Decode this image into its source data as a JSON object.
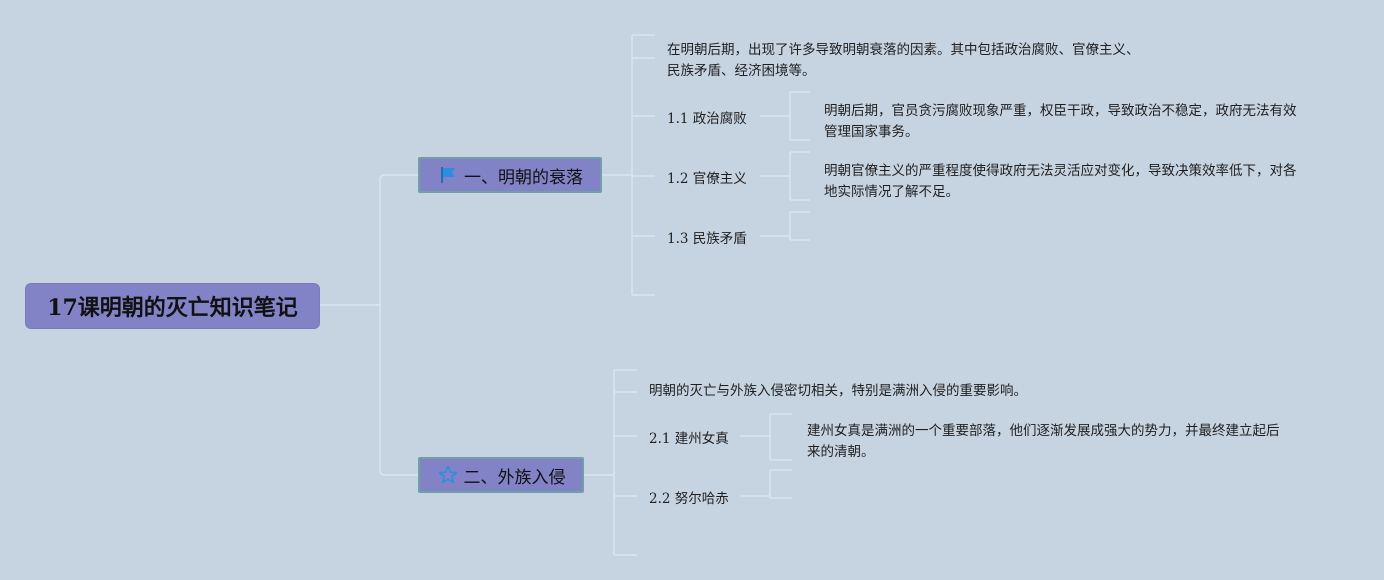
{
  "root": {
    "title": "17课明朝的灭亡知识笔记"
  },
  "branch1": {
    "label": "一、明朝的衰落",
    "icon": "flag-icon",
    "intro": [
      "在明朝后期，出现了许多导致明朝衰落的因素。其中包括政治腐败、官僚主义、",
      "民族矛盾、经济困境等。"
    ],
    "items": [
      {
        "label": "1.1 政治腐败",
        "detail": [
          "明朝后期，官员贪污腐败现象严重，权臣干政，导致政治不稳定，政府无法有效",
          "管理国家事务。"
        ]
      },
      {
        "label": "1.2 官僚主义",
        "detail": [
          "明朝官僚主义的严重程度使得政府无法灵活应对变化，导致决策效率低下，对各",
          "地实际情况了解不足。"
        ]
      },
      {
        "label": "1.3 民族矛盾"
      }
    ]
  },
  "branch2": {
    "label": "二、外族入侵",
    "icon": "star-icon",
    "intro": [
      "明朝的灭亡与外族入侵密切相关，特别是满洲入侵的重要影响。"
    ],
    "items": [
      {
        "label": "2.1 建州女真",
        "detail": [
          "建州女真是满洲的一个重要部落，他们逐渐发展成强大的势力，并最终建立起后",
          "来的清朝。"
        ]
      },
      {
        "label": "2.2 努尔哈赤"
      }
    ]
  },
  "colors": {
    "background": "#c6d3e1",
    "node_fill": "#8283c6",
    "branch_border": "#6fa0a6",
    "connector": "#dbe4ee",
    "icon": "#2b8fe0"
  }
}
